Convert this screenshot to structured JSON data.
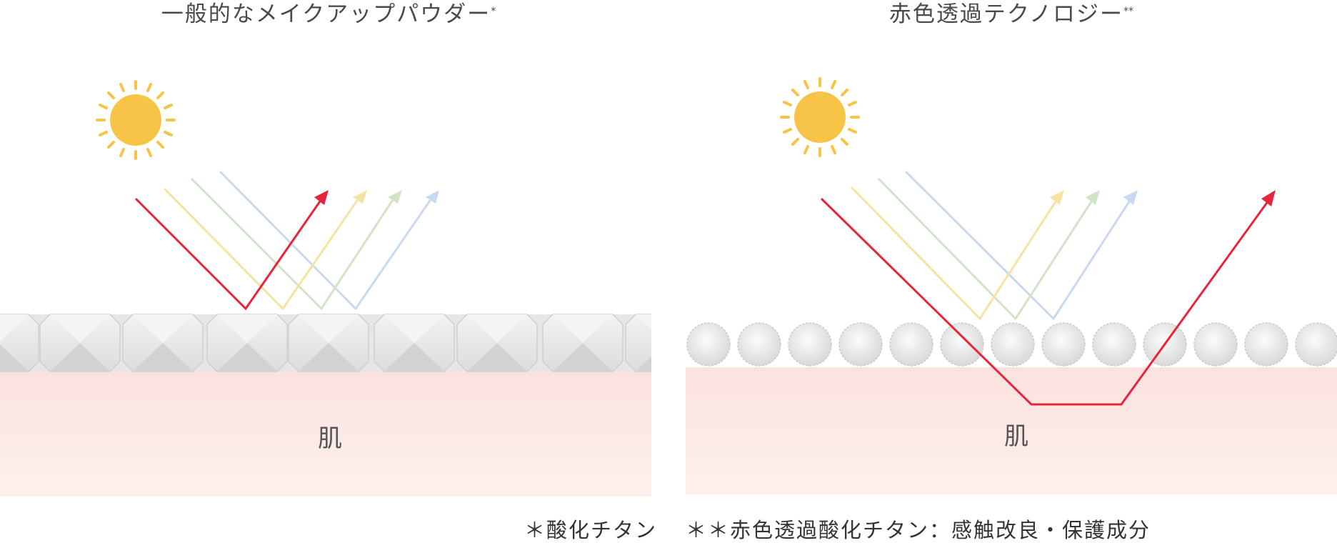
{
  "left_panel": {
    "title": "一般的なメイクアップパウダー",
    "title_mark": "*",
    "skin_label": "肌",
    "footnote": "＊酸化チタン"
  },
  "right_panel": {
    "title": "赤色透過テクノロジー",
    "title_mark": "**",
    "skin_label": "肌",
    "footnote": "＊＊赤色透過酸化チタン：感触改良・保護成分"
  },
  "colors": {
    "red_light": "#e8243c",
    "yellow_light": "#f6e3a2",
    "green_light": "#d3e3c6",
    "blue_light": "#c8daf0",
    "sun": "#f7c448",
    "skin_top": "#fbe3df",
    "particle_fill": "#e9e9e9"
  }
}
